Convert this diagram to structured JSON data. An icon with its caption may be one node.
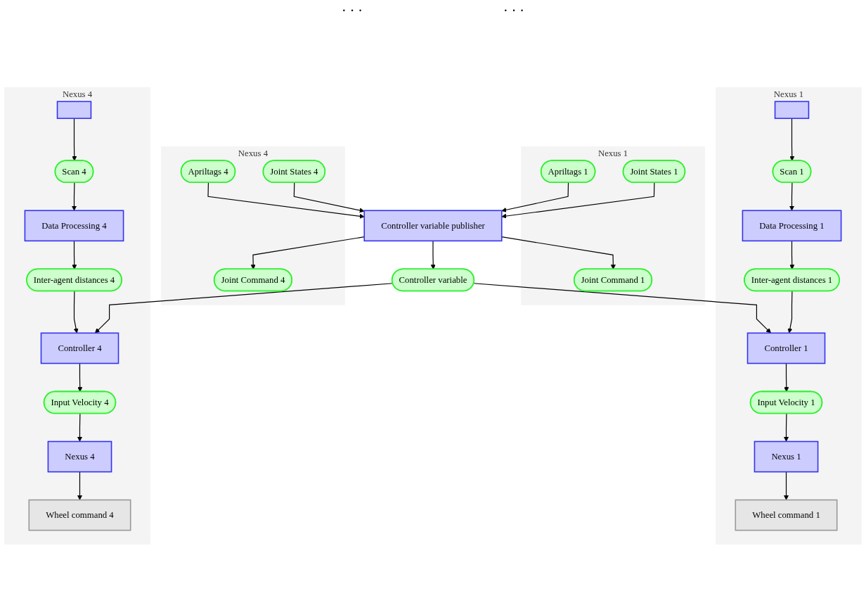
{
  "diagram": {
    "nodes": [
      {
        "text": [
          "Nexus 1"
        ]
      },
      {
        "text": [
          "Apriltags 1"
        ],
        "in": 0
      },
      {
        "text": [
          "Joint States 1"
        ],
        "in": 0
      },
      {
        "text": [
          "Joint Command 1"
        ],
        "in": 0
      },
      {
        "text": [
          "Nexus 4"
        ]
      },
      {
        "text": [
          "Apriltags 4"
        ],
        "in": 4
      },
      {
        "text": [
          "Joint States 4"
        ],
        "in": 4
      },
      {
        "text": [
          "Joint Command 4"
        ],
        "in": 4
      },
      {
        "text": [
          "Controller variable publisher"
        ]
      },
      {
        "text": [
          "Controller variable"
        ]
      },
      {
        "text": [
          "Nexus 1"
        ]
      },
      {
        "text": [
          "Controller 1"
        ],
        "in": 10
      },
      {
        "text": [
          "Inter-agent distances 1"
        ],
        "in": 10
      },
      {
        "text": [
          "Input Velocity 1"
        ],
        "in": 10
      },
      {
        "text": [
          "Data Processing 1"
        ],
        "in": 10
      },
      {
        "text": [
          "Nexus 1"
        ],
        "in": 10
      },
      {
        "text": [
          "Scan 1"
        ],
        "in": 10
      },
      {
        "text": [
          "Wheel command 1"
        ],
        "in": 10
      },
      {
        "text": [],
        "shape": "box",
        "in": 10
      },
      {
        "text": [
          "Nexus 4"
        ]
      },
      {
        "text": [
          "Controller 4"
        ],
        "in": 19
      },
      {
        "text": [
          "Inter-agent distances 4"
        ],
        "in": 19
      },
      {
        "text": [
          "Input Velocity 4"
        ],
        "in": 19
      },
      {
        "text": [
          "Data Processing 4"
        ],
        "in": 19
      },
      {
        "text": [
          "Nexus 4"
        ],
        "in": 19
      },
      {
        "text": [
          "Scan 4"
        ],
        "in": 19
      },
      {
        "text": [
          "Wheel command 4"
        ],
        "in": 19
      },
      {
        "text": [],
        "shape": "box",
        "in": 19
      }
    ],
    "edges": [
      {
        "from": 1,
        "to": 8,
        "arrow": "to"
      },
      {
        "from": 2,
        "to": 8,
        "arrow": "to"
      },
      {
        "from": 5,
        "to": 8,
        "arrow": "to"
      },
      {
        "from": 6,
        "to": 8,
        "arrow": "to"
      },
      {
        "from": 8,
        "to": 3,
        "arrow": "to"
      },
      {
        "from": 8,
        "to": 7,
        "arrow": "to"
      },
      {
        "from": 8,
        "to": 9,
        "arrow": "to"
      },
      {
        "from": 9,
        "to": 11,
        "arrow": "to"
      },
      {
        "from": 9,
        "to": 20,
        "arrow": "to"
      },
      {
        "from": 12,
        "to": 11,
        "arrow": "to"
      },
      {
        "from": 11,
        "to": 13,
        "arrow": "to"
      },
      {
        "from": 13,
        "to": 15,
        "arrow": "to"
      },
      {
        "from": 15,
        "to": 17,
        "arrow": "to"
      },
      {
        "from": 18,
        "to": 16,
        "arrow": "to"
      },
      {
        "from": 16,
        "to": 14,
        "arrow": "to"
      },
      {
        "from": 14,
        "to": 12,
        "arrow": "to"
      },
      {
        "from": 21,
        "to": 20,
        "arrow": "to"
      },
      {
        "from": 20,
        "to": 22,
        "arrow": "to"
      },
      {
        "from": 22,
        "to": 24,
        "arrow": "to"
      },
      {
        "from": 24,
        "to": 26,
        "arrow": "to"
      },
      {
        "from": 27,
        "to": 25,
        "arrow": "to"
      },
      {
        "from": 25,
        "to": 23,
        "arrow": "to"
      },
      {
        "from": 23,
        "to": 21,
        "arrow": "to"
      }
    ],
    "labels": [
      "· · ·",
      "· · ·"
    ]
  }
}
